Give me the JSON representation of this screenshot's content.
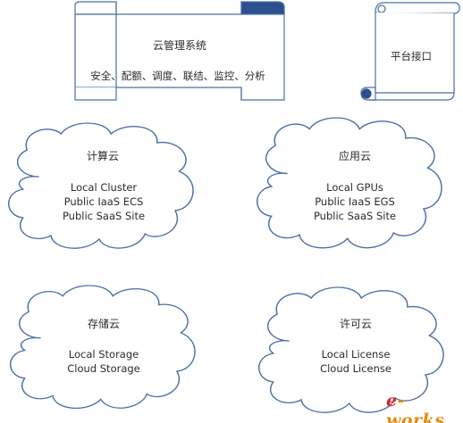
{
  "banner": {
    "title": "云管理系统",
    "subtitle": "安全、配额、调度、联结、监控、分析"
  },
  "platform": {
    "label": "平台接口"
  },
  "clouds": [
    {
      "title": "计算云",
      "lines": [
        "Local Cluster",
        "Public IaaS  ECS",
        "Public SaaS Site"
      ]
    },
    {
      "title": "应用云",
      "lines": [
        "Local GPUs",
        "Public IaaS EGS",
        "Public SaaS Site"
      ]
    },
    {
      "title": "存储云",
      "lines": [
        "Local Storage",
        "Cloud Storage"
      ]
    },
    {
      "title": "许可云",
      "lines": [
        "Local License",
        "Cloud License"
      ]
    }
  ],
  "watermark": {
    "text": "e-works",
    "color_e": "#d6232a",
    "color_works": "#e58b12"
  },
  "colors": {
    "outline": "#4a6fa5",
    "scroll_fold": "#2e4f8f",
    "text": "#2b2b2b"
  }
}
